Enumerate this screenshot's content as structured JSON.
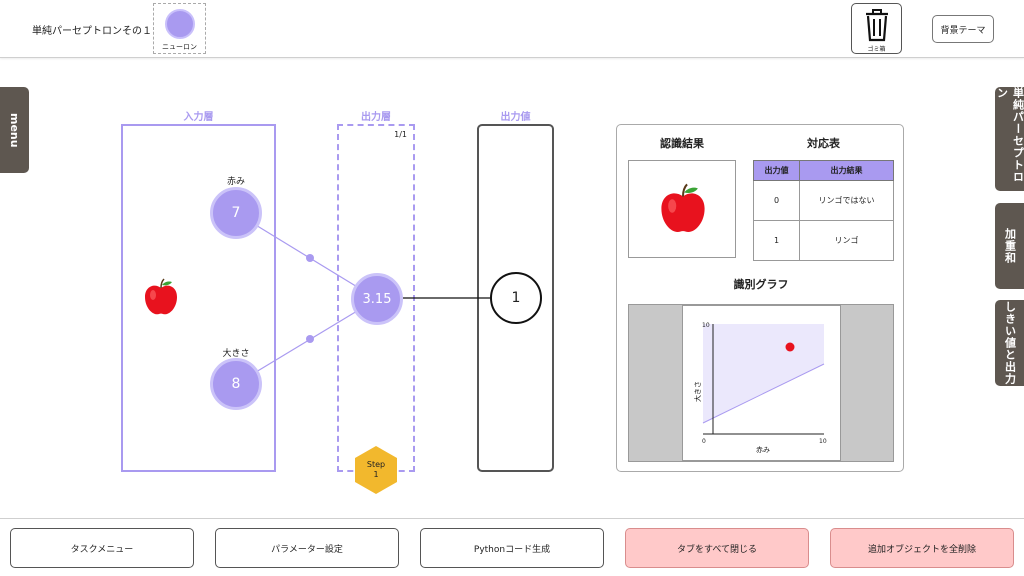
{
  "header": {
    "title": "単純パーセプトロンその１",
    "neuron_label": "ニューロン",
    "trash_label": "ゴミ箱",
    "theme_button": "背景テーマ"
  },
  "left_tab": {
    "label": "menu"
  },
  "right_tabs": [
    {
      "label": "単純パーセプトロン"
    },
    {
      "label": "加重和"
    },
    {
      "label": "しきい値と出力"
    }
  ],
  "network": {
    "input_layer_label": "入力層",
    "output_layer_label": "出力層",
    "output_value_label": "出力値",
    "page_indicator": "1/1",
    "inputs": [
      {
        "caption": "赤み",
        "value": "7"
      },
      {
        "caption": "大きさ",
        "value": "8"
      }
    ],
    "output_neuron_value": "3.15",
    "output_value": "1",
    "step": {
      "label": "Step",
      "number": "1"
    }
  },
  "result_panel": {
    "recognition_title": "認識結果",
    "table_title": "対応表",
    "table": {
      "headers": [
        "出力値",
        "出力結果"
      ],
      "rows": [
        [
          "0",
          "リンゴではない"
        ],
        [
          "1",
          "リンゴ"
        ]
      ]
    },
    "graph_title": "識別グラフ",
    "graph": {
      "x_label": "赤み",
      "y_label": "大きさ",
      "x_max": "10",
      "y_max": "10",
      "origin": "0",
      "point": [
        7,
        8
      ]
    }
  },
  "bottom_buttons": [
    {
      "label": "タスクメニュー",
      "style": "normal"
    },
    {
      "label": "パラメーター設定",
      "style": "normal"
    },
    {
      "label": "Pythonコード生成",
      "style": "normal"
    },
    {
      "label": "タブをすべて閉じる",
      "style": "danger"
    },
    {
      "label": "追加オブジェクトを全削除",
      "style": "danger"
    }
  ],
  "colors": {
    "accent": "#a99af0",
    "tab": "#5e5750",
    "step": "#f2b82d",
    "danger": "#ffc9c9",
    "apple": "#e8121e"
  }
}
